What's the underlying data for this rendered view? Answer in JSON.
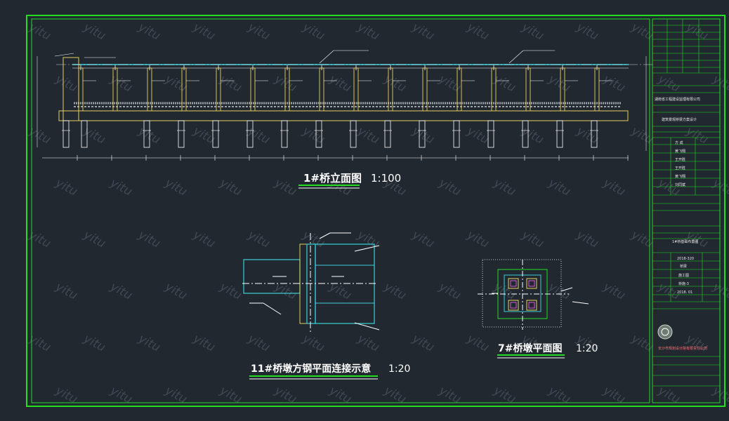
{
  "colors": {
    "background": "#212830",
    "frame": "#22dd22",
    "cyan": "#39d0d8",
    "yellow": "#e8d060",
    "white": "#ffffff",
    "hatch": "#9aa0a6"
  },
  "watermark": "yitu",
  "drawings": {
    "elevation": {
      "title": "1#桥立面图",
      "scale": "1:100"
    },
    "connection": {
      "title": "11#桥墩方钢平面连接示意",
      "scale": "1:20"
    },
    "pier_plan": {
      "title": "7#桥墩平面图",
      "scale": "1:20"
    }
  },
  "title_block": {
    "company": "湖南省工程建设监理有限公司",
    "project": "建筑景观桥梁方案设计",
    "drawing_name": "1#桥基础布置图",
    "code": "2018-320",
    "discipline": "桥梁",
    "stage": "施工图",
    "sheet_no": "桥施-3",
    "date": "2018. 01",
    "bottom_company": "长沙市规划设计院有限责任公司",
    "signature_rows": [
      "方 成",
      "黄飞翔",
      "王开胜",
      "王开胜",
      "黄飞翔",
      "刘同斌"
    ]
  }
}
